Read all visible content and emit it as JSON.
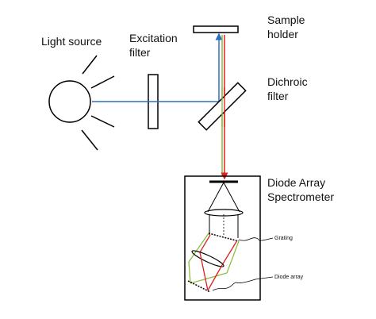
{
  "labels": {
    "light_source": "Light source",
    "excitation_filter_1": "Excitation",
    "excitation_filter_2": "filter",
    "sample_holder_1": "Sample",
    "sample_holder_2": "holder",
    "dichroic_filter_1": "Dichroic",
    "dichroic_filter_2": "filter",
    "spectrometer_1": "Diode Array",
    "spectrometer_2": "Spectrometer",
    "grating": "Grating",
    "diode_array": "Diode array"
  },
  "colors": {
    "excitation_beam": "#2e6fc4",
    "emission_red": "#e02020",
    "emission_green": "#8cbf3f",
    "outline": "#000000"
  }
}
